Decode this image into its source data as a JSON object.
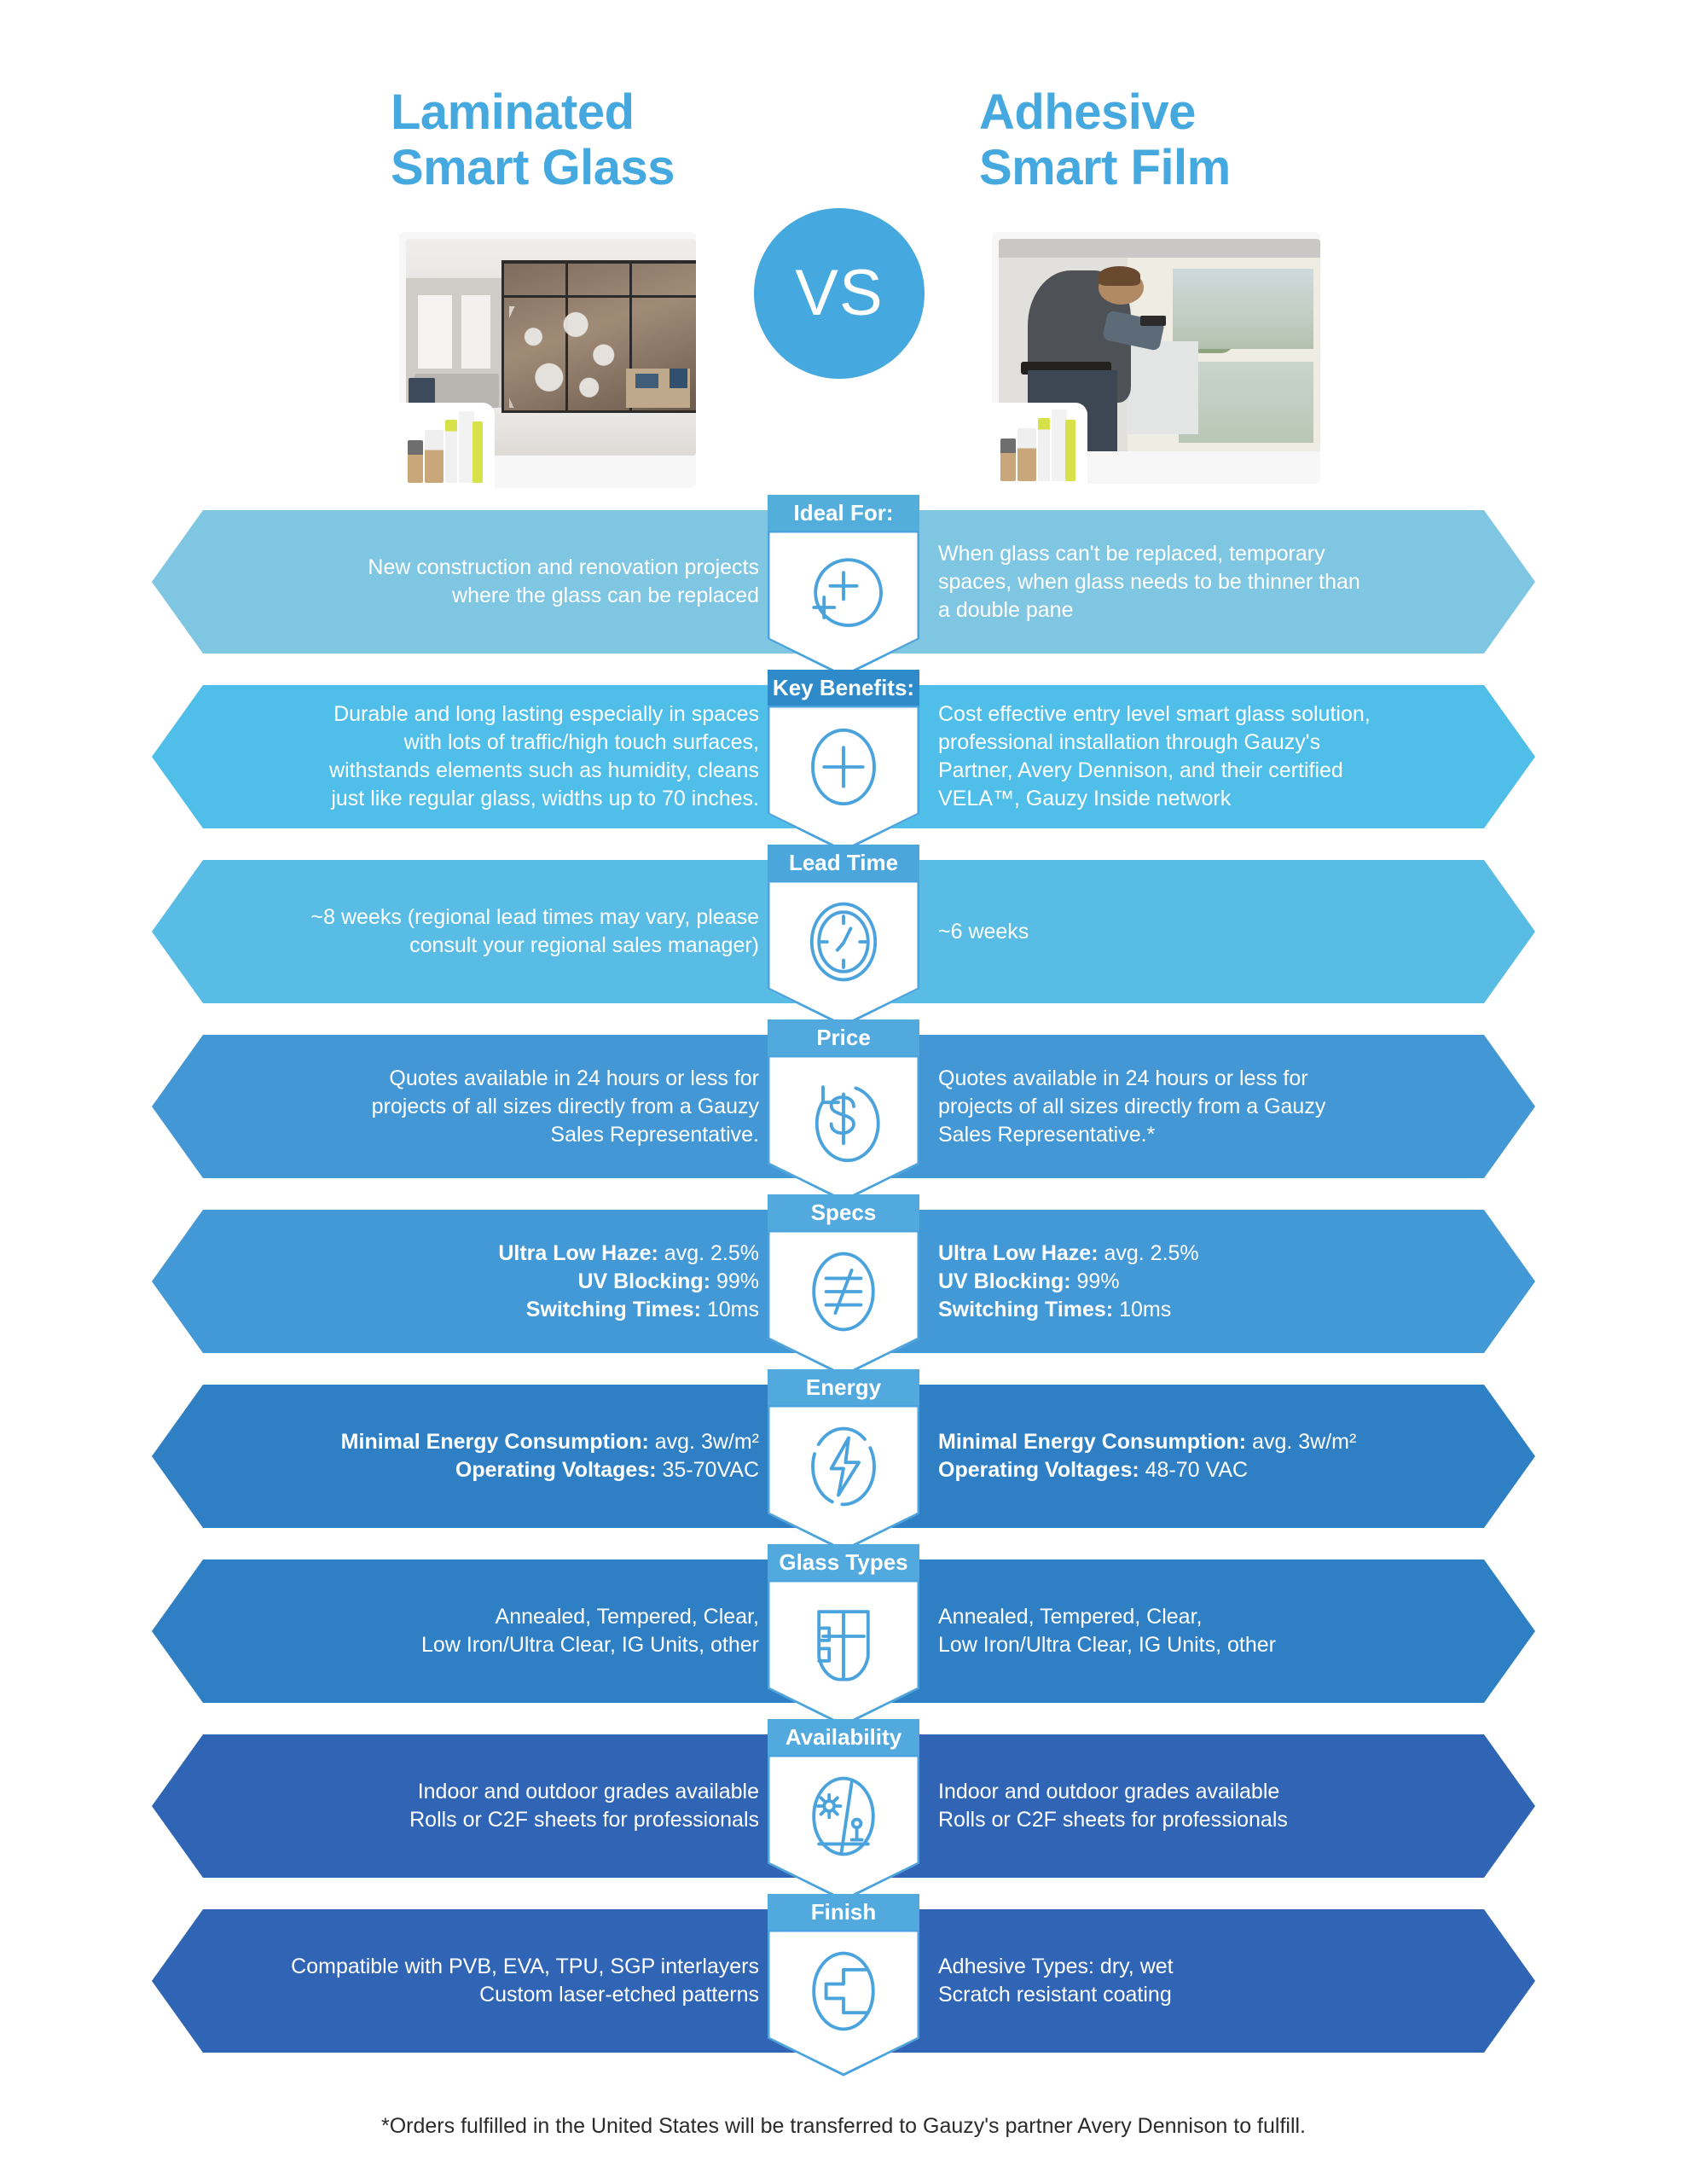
{
  "header": {
    "left_title_lines": [
      "Laminated",
      "Smart Glass"
    ],
    "right_title_lines": [
      "Adhesive",
      "Smart Film"
    ],
    "vs_label": "VS",
    "left_photo_alt": "smart glass partition in interior with etched pattern",
    "right_photo_alt": "installer applying adhesive smart film to window"
  },
  "colors": {
    "brand_blue": "#45A8DE",
    "row1_bg": "#7FC6E2",
    "row2_bg": "#4FBEE8",
    "row3_bg": "#59BCE4",
    "row4_bg": "#4397D4",
    "row5_bg": "#4398D6",
    "row6_bg": "#2E7FC4",
    "row7_bg": "#2E7FC4",
    "row8_bg": "#2F65B4",
    "row9_bg": "#2F65B4",
    "label_row1": "#54AEDC",
    "label_row2": "#2E8AC8",
    "text_white": "#FFFFFF"
  },
  "rows": [
    {
      "label": "Ideal For:",
      "icon": "target-crosshair-icon",
      "bar_color": "#7FC6E2",
      "label_color": "#54AEDC",
      "left_lines": [
        "New construction and renovation projects",
        "where the glass can be replaced"
      ],
      "right_lines": [
        "When glass can't be replaced, temporary",
        "spaces, when glass needs to be thinner than",
        "a double pane"
      ]
    },
    {
      "label": "Key Benefits:",
      "icon": "plus-circle-icon",
      "bar_color": "#4FBEE8",
      "label_color": "#2E8AC8",
      "left_lines": [
        "Durable and long lasting especially in spaces",
        "with lots of traffic/high touch surfaces,",
        "withstands elements such as humidity, cleans",
        "just like regular glass, widths up to 70 inches."
      ],
      "right_lines": [
        "Cost effective entry level smart glass solution,",
        "professional installation through Gauzy's",
        "Partner, Avery Dennison, and their certified",
        "VELA™, Gauzy Inside network"
      ]
    },
    {
      "label": "Lead Time",
      "icon": "clock-icon",
      "bar_color": "#59BCE4",
      "label_color": "#4BA6DB",
      "left_lines": [
        "~8 weeks (regional lead times may vary, please",
        "consult your regional sales manager)"
      ],
      "right_lines": [
        "~6 weeks"
      ]
    },
    {
      "label": "Price",
      "icon": "dollar-refresh-icon",
      "bar_color": "#4397D4",
      "label_color": "#51A9DD",
      "left_lines": [
        "Quotes available in 24 hours or less for",
        "projects of all sizes directly from a Gauzy",
        "Sales Representative."
      ],
      "right_lines": [
        "Quotes available in 24 hours or less for",
        "projects of all sizes directly from a Gauzy",
        "Sales Representative.*"
      ]
    },
    {
      "label": "Specs",
      "icon": "layers-spec-icon",
      "bar_color": "#4398D6",
      "label_color": "#51A9DD",
      "left_items": [
        {
          "bold": "Ultra Low Haze:",
          "value": " avg. 2.5%"
        },
        {
          "bold": "UV Blocking:",
          "value": " 99%"
        },
        {
          "bold": "Switching Times:",
          "value": " 10ms"
        }
      ],
      "right_items": [
        {
          "bold": "Ultra Low Haze:",
          "value": " avg. 2.5%"
        },
        {
          "bold": "UV Blocking:",
          "value": " 99%"
        },
        {
          "bold": "Switching Times:",
          "value": " 10ms"
        }
      ]
    },
    {
      "label": "Energy",
      "icon": "lightning-bolt-icon",
      "bar_color": "#2E7FC4",
      "label_color": "#51A9DD",
      "left_items": [
        {
          "bold": "Minimal Energy Consumption:",
          "value": " avg. 3w/m²"
        },
        {
          "bold": "Operating Voltages:",
          "value": " 35-70VAC"
        }
      ],
      "right_items": [
        {
          "bold": "Minimal Energy Consumption:",
          "value": " avg. 3w/m²"
        },
        {
          "bold": "Operating Voltages:",
          "value": " 48-70 VAC"
        }
      ]
    },
    {
      "label": "Glass Types",
      "icon": "window-pane-icon",
      "bar_color": "#2E7FC4",
      "label_color": "#51A9DD",
      "left_lines": [
        "Annealed, Tempered, Clear,",
        "Low Iron/Ultra Clear, IG Units, other"
      ],
      "right_lines": [
        "Annealed, Tempered, Clear,",
        "Low Iron/Ultra Clear, IG Units, other"
      ]
    },
    {
      "label": "Availability",
      "icon": "indoor-outdoor-icon",
      "bar_color": "#2F65B4",
      "label_color": "#51A9DD",
      "left_lines": [
        "Indoor and outdoor grades available",
        "Rolls or C2F sheets for professionals"
      ],
      "right_lines": [
        "Indoor and outdoor grades available",
        "Rolls or C2F sheets for professionals"
      ]
    },
    {
      "label": "Finish",
      "icon": "layers-finish-icon",
      "bar_color": "#2F65B4",
      "label_color": "#51A9DD",
      "left_lines": [
        "Compatible with PVB, EVA, TPU, SGP interlayers",
        "Custom laser-etched patterns"
      ],
      "right_lines": [
        "Adhesive Types: dry, wet",
        "Scratch resistant coating"
      ]
    }
  ],
  "footnote": "*Orders fulfilled in the United States will be transferred to Gauzy's partner Avery Dennison to fulfill."
}
